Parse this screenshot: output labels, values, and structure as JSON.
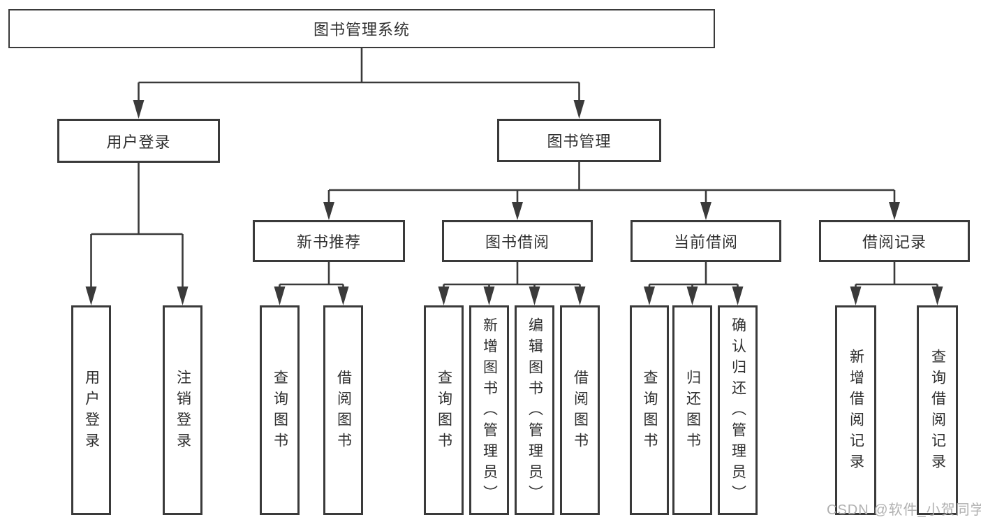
{
  "colors": {
    "line": "#3a3a3a",
    "text": "#2e2e2e",
    "background": "#ffffff",
    "watermark": "#b0b0b0"
  },
  "watermark": {
    "text": "CSDN @软件_小贺同学"
  },
  "nodes": {
    "root": "图书管理系统",
    "user_login": "用户登录",
    "book_management": "图书管理",
    "new_book_recommend": "新书推荐",
    "book_borrow": "图书借阅",
    "current_borrow": "当前借阅",
    "borrow_record": "借阅记录",
    "leaves": {
      "user_login": "用户登录",
      "logout": "注销登录",
      "nb_query_book": "查询图书",
      "nb_borrow_book": "借阅图书",
      "bb_query_book": "查询图书",
      "bb_add_book": "新增图书（管理员）",
      "bb_edit_book": "编辑图书（管理员）",
      "bb_borrow_book": "借阅图书",
      "cb_query_book": "查询图书",
      "cb_return_book": "归还图书",
      "cb_confirm_return": "确认归还（管理员）",
      "br_add_record": "新增借阅记录",
      "br_query_record": "查询借阅记录"
    }
  }
}
